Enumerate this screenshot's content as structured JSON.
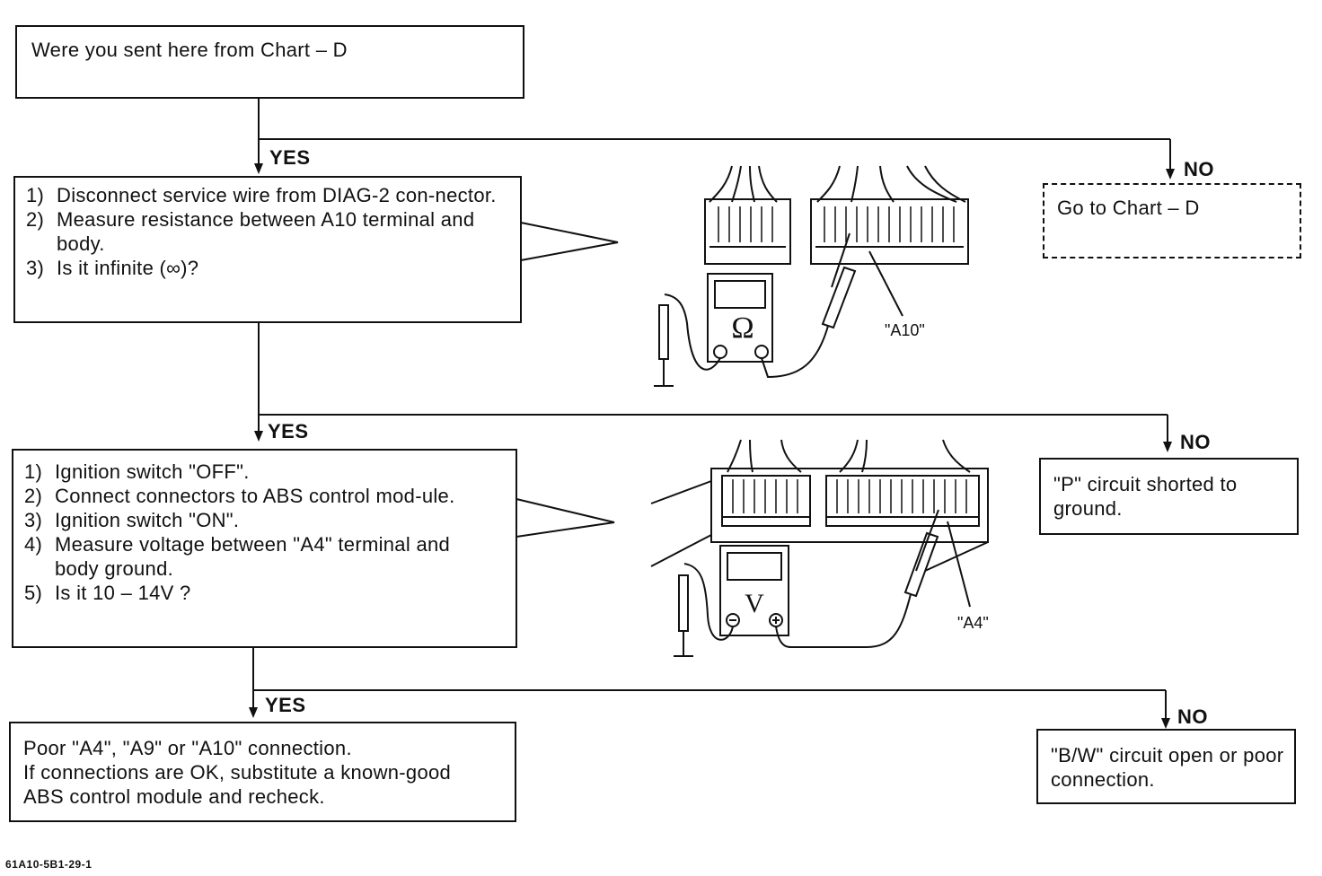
{
  "start": {
    "question": "Were you sent here from Chart – D"
  },
  "labels": {
    "yes": "YES",
    "no": "NO"
  },
  "step1": {
    "items": [
      {
        "num": "1)",
        "text": "Disconnect service wire from DIAG-2 con-nector."
      },
      {
        "num": "2)",
        "text": "Measure resistance between A10 terminal and body."
      },
      {
        "num": "3)",
        "text": "Is it infinite (∞)?"
      }
    ]
  },
  "goto_d": {
    "text": "Go to Chart – D"
  },
  "figure1": {
    "terminal": "\"A10\""
  },
  "step2": {
    "items": [
      {
        "num": "1)",
        "text": "Ignition switch \"OFF\"."
      },
      {
        "num": "2)",
        "text": "Connect connectors to ABS control mod-ule."
      },
      {
        "num": "3)",
        "text": "Ignition switch \"ON\"."
      },
      {
        "num": "4)",
        "text": "Measure voltage between \"A4\" terminal and body ground."
      },
      {
        "num": "5)",
        "text": "Is it 10 – 14V ?"
      }
    ]
  },
  "p_short": {
    "text": "\"P\" circuit shorted to ground."
  },
  "figure2": {
    "terminal": "\"A4\""
  },
  "final_yes": {
    "line1": "Poor \"A4\", \"A9\" or \"A10\" connection.",
    "line2": "If connections are OK, substitute a known-good ABS control module and recheck."
  },
  "final_no": {
    "text": "\"B/W\" circuit open or poor connection."
  },
  "figure_code": "61A10-5B1-29-1"
}
